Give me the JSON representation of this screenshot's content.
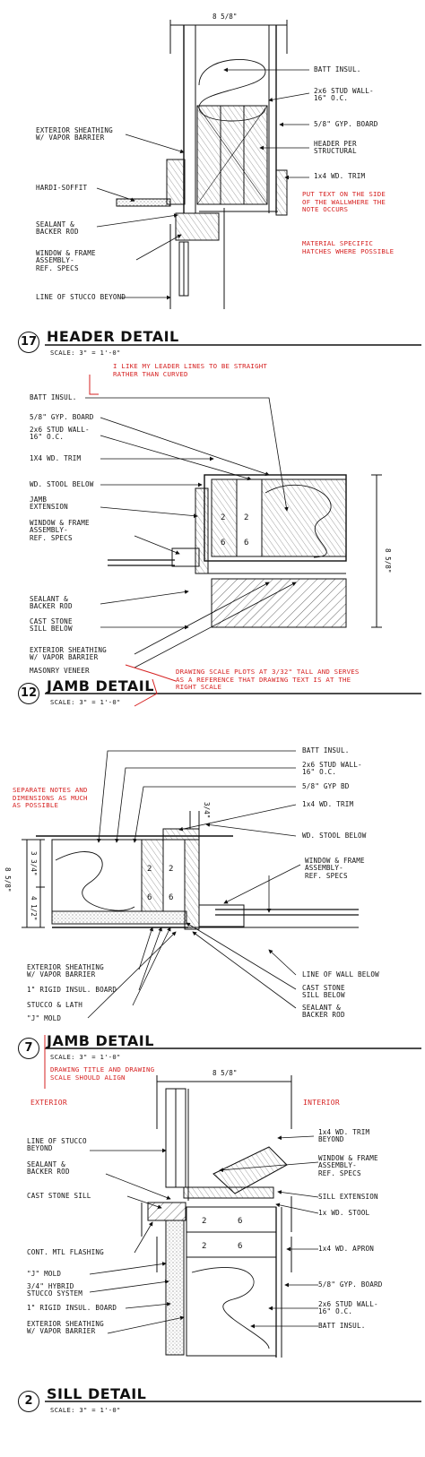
{
  "details": [
    {
      "number": "17",
      "title": "HEADER DETAIL",
      "scale": "SCALE:  3\" = 1'-0\"",
      "dimension": "8 5/8\"",
      "labels_right": [
        "BATT INSUL.",
        "2x6 STUD WALL-\n16\" O.C.",
        "5/8\" GYP. BOARD",
        "HEADER PER\nSTRUCTURAL",
        "1x4 WD. TRIM"
      ],
      "labels_left": [
        "EXTERIOR SHEATHING\nW/ VAPOR BARRIER",
        "HARDI-SOFFIT",
        "SEALANT &\nBACKER ROD",
        "WINDOW & FRAME\nASSEMBLY-\nREF. SPECS",
        "LINE OF STUCCO BEYOND"
      ],
      "notes": [
        "PUT TEXT ON THE SIDE\nOF THE WALLWHERE THE\nNOTE OCCURS",
        "MATERIAL SPECIFIC\nHATCHES WHERE POSSIBLE"
      ]
    },
    {
      "number": "12",
      "title": "JAMB DETAIL",
      "scale": "SCALE:  3\" = 1'-0\"",
      "dimension": "8 5/8\"",
      "labels_left": [
        "BATT INSUL.",
        "5/8\" GYP. BOARD",
        "2x6 STUD WALL-\n16\" O.C.",
        "1X4 WD. TRIM",
        "WD. STOOL BELOW",
        "JAMB\nEXTENSION",
        "WINDOW & FRAME\nASSEMBLY-\nREF. SPECS",
        "SEALANT &\nBACKER ROD",
        "CAST STONE\nSILL BELOW",
        "EXTERIOR SHEATHING\nW/ VAPOR BARRIER",
        "MASONRY VENEER"
      ],
      "notes": [
        "I LIKE MY LEADER LINES TO BE STRAIGHT\nRATHER THAN CURVED",
        "DRAWING SCALE PLOTS AT 3/32\" TALL AND SERVES\nAS A REFERENCE THAT DRAWING TEXT IS AT THE\nRIGHT SCALE"
      ]
    },
    {
      "number": "7",
      "title": "JAMB DETAIL",
      "scale": "SCALE:  3\" = 1'-0\"",
      "dimension": "8 5/8\"",
      "dim_parts": [
        "3 3/4\"",
        "4 1/2\"",
        "3/4\""
      ],
      "labels_right": [
        "BATT INSUL.",
        "2x6 STUD WALL-\n16\" O.C.",
        "5/8\" GYP BD",
        "1x4 WD. TRIM",
        "WD. STOOL BELOW",
        "WINDOW & FRAME\nASSEMBLY-\nREF. SPECS",
        "LINE OF WALL BELOW",
        "CAST STONE\nSILL BELOW",
        "SEALANT &\nBACKER ROD"
      ],
      "labels_left": [
        "EXTERIOR SHEATHING\nW/ VAPOR BARRIER",
        "1\" RIGID INSUL. BOARD",
        "STUCCO & LATH",
        "\"J\" MOLD"
      ],
      "notes": [
        "SEPARATE NOTES AND\nDIMENSIONS AS MUCH\nAS POSSIBLE",
        "DRAWING TITLE AND DRAWING\nSCALE SHOULD ALIGN"
      ]
    },
    {
      "number": "2",
      "title": "SILL DETAIL",
      "scale": "SCALE:  3\" = 1'-0\"",
      "dimension": "8 5/8\"",
      "side_left": "EXTERIOR",
      "side_right": "INTERIOR",
      "labels_left": [
        "LINE OF STUCCO\nBEYOND",
        "SEALANT &\nBACKER ROD",
        "CAST STONE SILL",
        "CONT. MTL FLASHING",
        "\"J\" MOLD",
        "3/4\" HYBRID\nSTUCCO SYSTEM",
        "1\" RIGID INSUL. BOARD",
        "EXTERIOR SHEATHING\nW/ VAPOR BARRIER"
      ],
      "labels_right": [
        "1x4 WD. TRIM\nBEYOND",
        "WINDOW & FRAME\nASSEMBLY-\nREF. SPECS",
        "SILL EXTENSION",
        "1x WD. STOOL",
        "1x4 WD. APRON",
        "5/8\" GYP. BOARD",
        "2x6 STUD WALL-\n16\" O.C.",
        "BATT INSUL."
      ]
    }
  ]
}
